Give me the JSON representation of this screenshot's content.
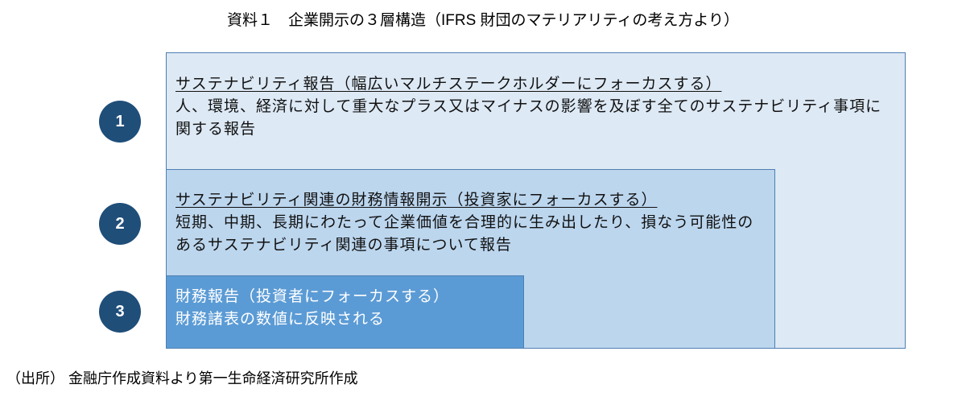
{
  "title": "資料１　企業開示の３層構造（IFRS 財団のマテリアリティの考え方より）",
  "layers": [
    {
      "number": "1",
      "heading": "サステナビリティ報告（幅広いマルチステークホルダーにフォーカスする）",
      "body": "人、環境、経済に対して重大なプラス又はマイナスの影響を及ぼす全てのサステナビリティ事項に関する報告"
    },
    {
      "number": "2",
      "heading": "サステナビリティ関連の財務情報開示（投資家にフォーカスする）",
      "body": "短期、中期、長期にわたって企業価値を合理的に生み出したり、損なう可能性のあるサステナビリティ関連の事項について報告"
    },
    {
      "number": "3",
      "heading": "財務報告（投資者にフォーカスする）",
      "body": "財務諸表の数値に反映される"
    }
  ],
  "source": "（出所） 金融庁作成資料より第一生命経済研究所作成",
  "colors": {
    "layer1": "#dde9f5",
    "layer2": "#bcd6ee",
    "layer3": "#5b9bd5",
    "circle": "#1f4e79"
  }
}
